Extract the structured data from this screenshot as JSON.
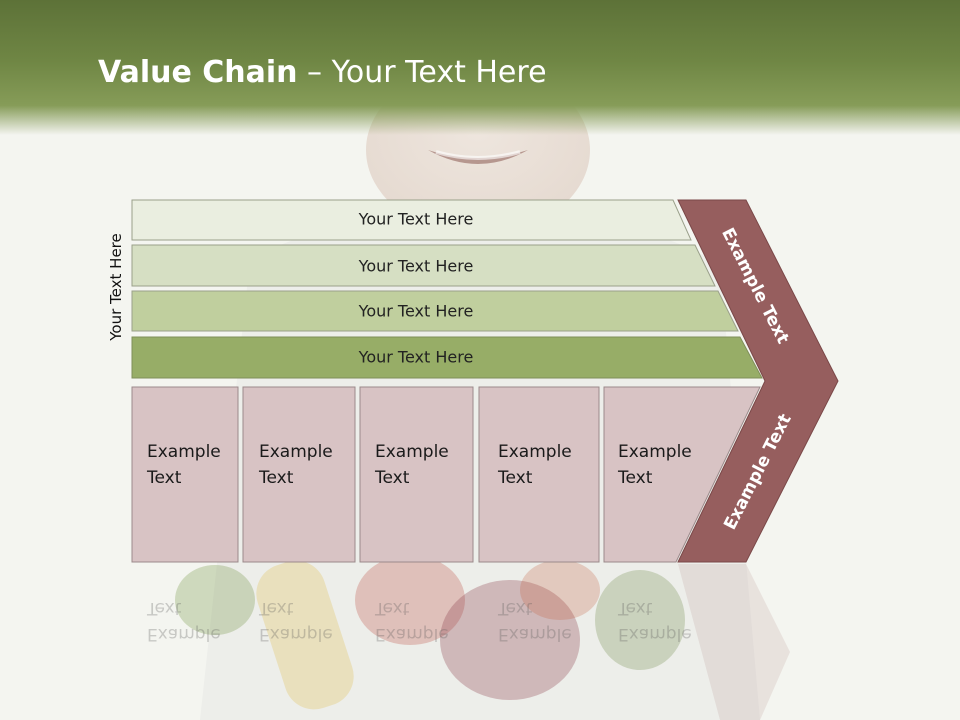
{
  "slide": {
    "title_bold": "Value Chain",
    "title_rest": " – Your Text Here"
  },
  "side_label": "Your Text Here",
  "bars": [
    {
      "label": "Your Text Here",
      "color": "#eaeee0"
    },
    {
      "label": "Your Text Here",
      "color": "#d6dfc3"
    },
    {
      "label": "Your Text Here",
      "color": "#c0cf9e"
    },
    {
      "label": "Your Text Here",
      "color": "#97ad67"
    }
  ],
  "cells": [
    {
      "line1": "Example",
      "line2": "Text"
    },
    {
      "line1": "Example",
      "line2": "Text"
    },
    {
      "line1": "Example",
      "line2": "Text"
    },
    {
      "line1": "Example",
      "line2": "Text"
    },
    {
      "line1": "Example",
      "line2": "Text"
    }
  ],
  "chevron": {
    "upper_label": "Example Text",
    "lower_label": "Example Text",
    "color": "#965e5e"
  },
  "colors": {
    "header": "#6f8644",
    "cell_fill": "#d8c3c4",
    "cell_border": "#9b8a8b"
  }
}
